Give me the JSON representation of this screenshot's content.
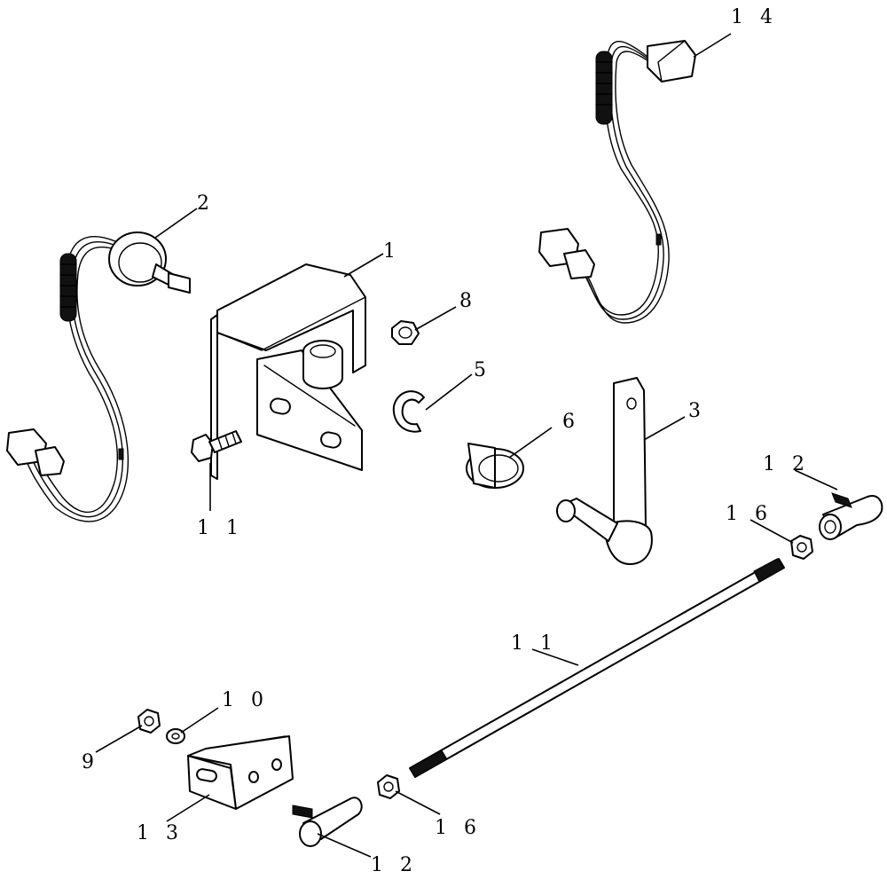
{
  "callouts": {
    "c1": "1",
    "c2": "2",
    "c3": "3",
    "c5": "5",
    "c6": "6",
    "c8": "8",
    "c9": "9",
    "c10": "1 0",
    "c11a": "1 1",
    "c11b": "1 1",
    "c12a": "1 2",
    "c12b": "1 2",
    "c13": "1 3",
    "c14": "1 4",
    "c16a": "1 6",
    "c16b": "1 6"
  }
}
